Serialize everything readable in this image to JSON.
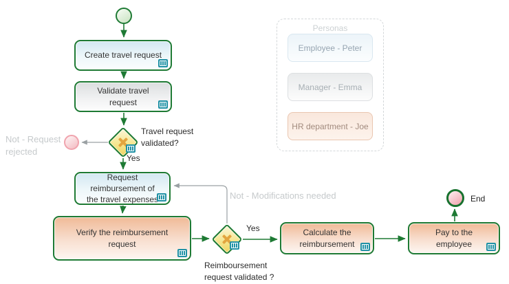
{
  "process": {
    "tasks": {
      "create": "Create travel request",
      "validate": "Validate travel request",
      "request_reimbursement": "Request reimbursement of the travel expenses",
      "verify": "Verify the reimbursement request",
      "calculate": "Calculate the reimbursement",
      "pay": "Pay to the employee"
    },
    "gateways": {
      "travel": {
        "question": "Travel request validated?",
        "yes": "Yes",
        "no": "Not - Request rejected"
      },
      "reimbursement": {
        "question": "Reimboursement request validated ?",
        "yes": "Yes",
        "no": "Not - Modifications needed"
      }
    },
    "events": {
      "end_label": "End"
    }
  },
  "personas": {
    "title": "Personas",
    "items": [
      {
        "label": "Employee - Peter"
      },
      {
        "label": "Manager - Emma"
      },
      {
        "label": "HR department - Joe"
      }
    ]
  },
  "colors": {
    "node_border_green": "#1e7a34",
    "arrow_green": "#1e7a34",
    "arrow_gray": "#9aa0a3",
    "task_blue_top": "#d3e8f2",
    "task_gray_top": "#dbdedf",
    "task_orange_top": "#f0ba97",
    "gateway_yellow": "#eed45f",
    "gateway_cross": "#e3a53f",
    "icon_teal": "#1f91a5",
    "reject_pink": "#f0a3ad",
    "muted_label": "#c6cacc"
  }
}
